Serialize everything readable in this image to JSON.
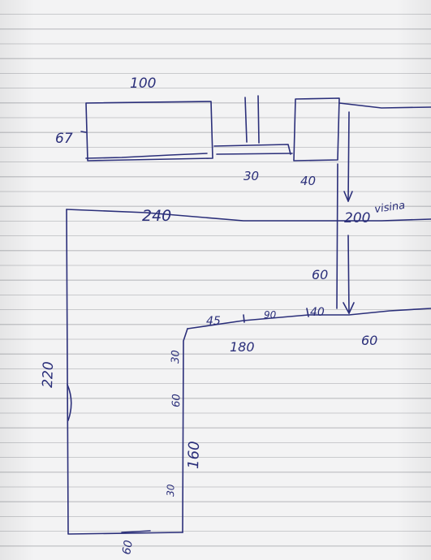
{
  "sketch": {
    "ink_color": "#2b2f7a",
    "paper_color": "#f3f3f4",
    "rule_color": "#c9cacd",
    "labels": {
      "top_width": "100",
      "top_height": "67",
      "gap_width": "30",
      "column_width": "40",
      "height_note": "200",
      "height_word": "visina",
      "room_width": "240",
      "right_depth": "60",
      "seg_a": "45",
      "seg_b": "90",
      "seg_c": "40",
      "inner_length": "180",
      "right_end": "60",
      "left_height": "220",
      "inner_top": "30",
      "inner_mid": "60",
      "inner_height": "160",
      "inner_bottom": "30",
      "bottom_width": "60"
    }
  }
}
